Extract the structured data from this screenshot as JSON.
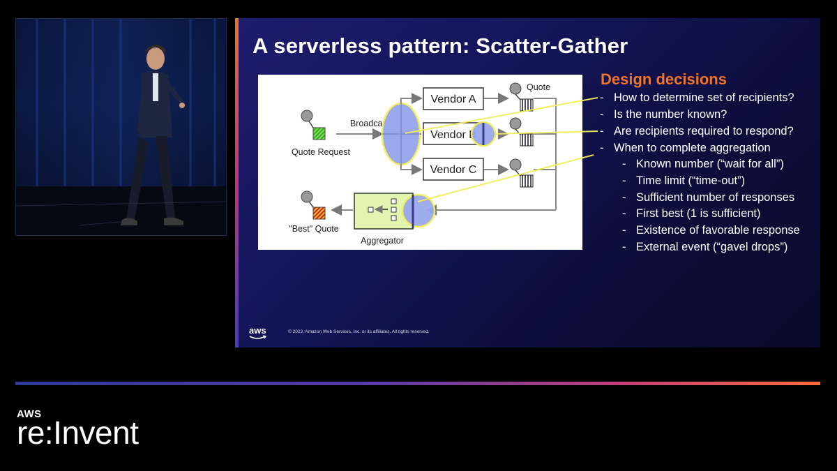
{
  "slide": {
    "title": "A serverless pattern: Scatter-Gather",
    "design_heading": "Design decisions",
    "bullets": [
      "How to determine set of recipients?",
      "Is the number known?",
      "Are recipients required to respond?",
      "When to complete aggregation"
    ],
    "sub_bullets": [
      "Known number (“wait for all”)",
      "Time limit (“time-out”)",
      "Sufficient number of responses",
      "First best (1 is sufficient)",
      "Existence of favorable response",
      "External event (“gavel drops”)"
    ],
    "dash": "-",
    "footer_logo": "aws",
    "copyright": "© 2023, Amazon Web Services, Inc. or its affiliates. All rights reserved."
  },
  "diagram": {
    "quote_request": "Quote Request",
    "broadcast": "Broadcast",
    "vendor_a": "Vendor A",
    "vendor_b": "Vendor B",
    "vendor_c": "Vendor C",
    "quote": "Quote",
    "best_quote": "\"Best\" Quote",
    "aggregator": "Aggregator"
  },
  "event": {
    "brand_small": "AWS",
    "brand_big": "re:Invent"
  },
  "colors": {
    "accent_orange": "#f0742a",
    "highlight_yellow": "#f2ee5a",
    "broadcast_blue": "#9aa8ee",
    "aggregator_green": "#e2f5b0"
  }
}
